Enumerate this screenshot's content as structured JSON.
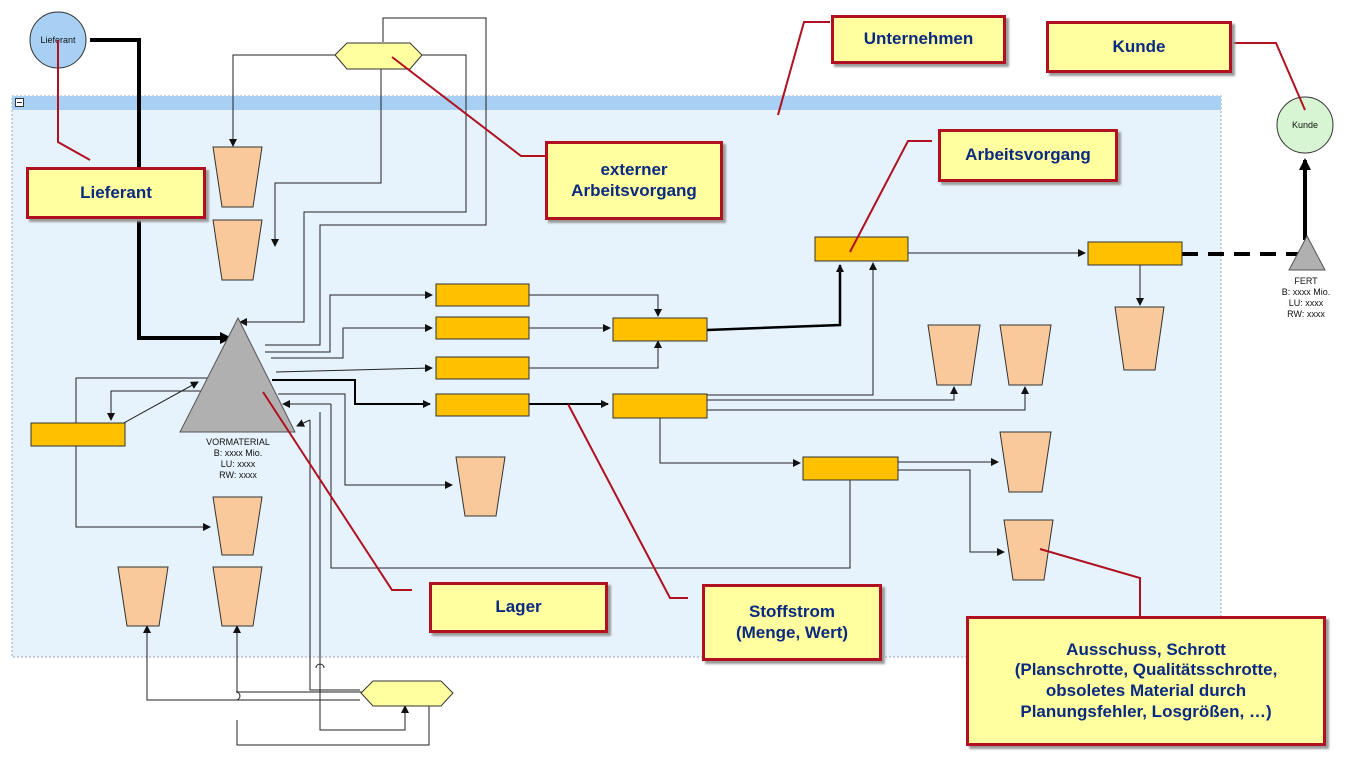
{
  "nodes": {
    "supplier_circle": "Lieferant",
    "customer_circle": "Kunde"
  },
  "material": {
    "vormaterial": "VORMATERIAL\nB:  xxxx Mio.\nLU: xxxx\nRW: xxxx",
    "fert": "FERT\nB:  xxxx Mio.\nLU: xxxx\nRW: xxxx"
  },
  "callouts": {
    "unternehmen": "Unternehmen",
    "kunde": "Kunde",
    "lieferant": "Lieferant",
    "externer_arbeitsvorgang": "externer\nArbeitsvorgang",
    "arbeitsvorgang": "Arbeitsvorgang",
    "lager": "Lager",
    "stoffstrom": "Stoffstrom\n(Menge, Wert)",
    "ausschuss": "Ausschuss, Schrott\n(Planschrotte, Qualitätsschrotte,\nobsoletes Material durch\nPlanungsfehler, Losgrößen, …)"
  },
  "colors": {
    "enterprise_fill": "#e6f3fd",
    "enterprise_header": "#a8d0f5",
    "process_fill": "#ffc000",
    "scrap_fill": "#f9c89b",
    "external_fill": "#ffffa0",
    "callout_border": "#b01020",
    "callout_text": "#0a2a80",
    "supplier_fill": "#a8d0f5",
    "customer_fill": "#d7f5d2",
    "stock_fill": "#b0b0b0"
  }
}
